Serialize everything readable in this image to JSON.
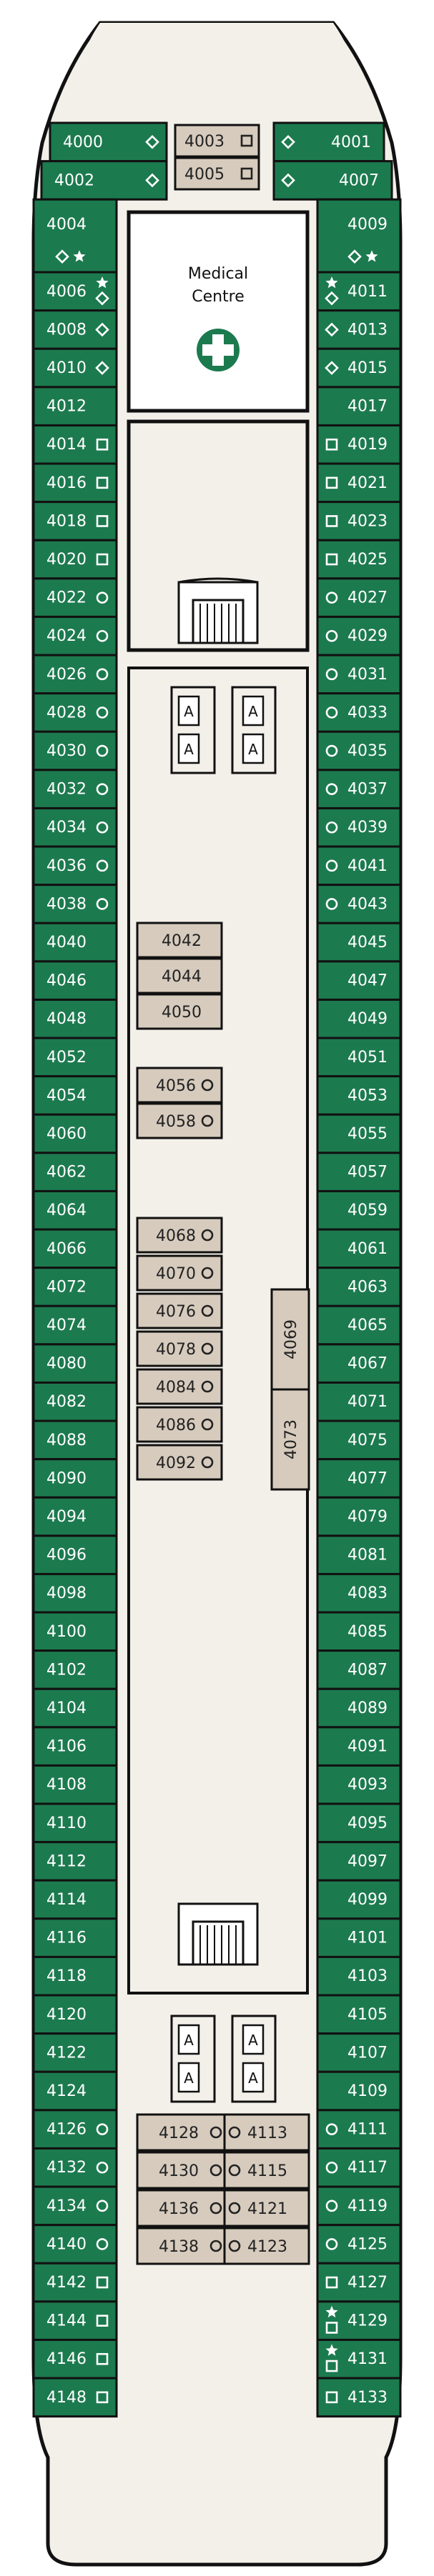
{
  "colors": {
    "cabin": "#1c7a4f",
    "inside": "#d6cbbd",
    "hull": "#f3f0ea",
    "outline": "#111111",
    "cross": "#1c7a4f"
  },
  "medical": {
    "line1": "Medical",
    "line2": "Centre",
    "icon": "medical-cross-icon"
  },
  "lift_label": "A",
  "left_cabins": [
    {
      "n": "4000",
      "s": "diamond"
    },
    {
      "n": "4002",
      "s": "diamond"
    },
    {
      "n": "4004",
      "s": "diamond-star"
    },
    {
      "n": "4006",
      "s": "star-diamond"
    },
    {
      "n": "4008",
      "s": "diamond"
    },
    {
      "n": "4010",
      "s": "diamond"
    },
    {
      "n": "4012",
      "s": ""
    },
    {
      "n": "4014",
      "s": "square"
    },
    {
      "n": "4016",
      "s": "square"
    },
    {
      "n": "4018",
      "s": "square"
    },
    {
      "n": "4020",
      "s": "square"
    },
    {
      "n": "4022",
      "s": "circle"
    },
    {
      "n": "4024",
      "s": "circle"
    },
    {
      "n": "4026",
      "s": "circle"
    },
    {
      "n": "4028",
      "s": "circle"
    },
    {
      "n": "4030",
      "s": "circle"
    },
    {
      "n": "4032",
      "s": "circle"
    },
    {
      "n": "4034",
      "s": "circle"
    },
    {
      "n": "4036",
      "s": "circle"
    },
    {
      "n": "4038",
      "s": "circle"
    },
    {
      "n": "4040",
      "s": ""
    },
    {
      "n": "4046",
      "s": ""
    },
    {
      "n": "4048",
      "s": ""
    },
    {
      "n": "4052",
      "s": ""
    },
    {
      "n": "4054",
      "s": ""
    },
    {
      "n": "4060",
      "s": ""
    },
    {
      "n": "4062",
      "s": ""
    },
    {
      "n": "4064",
      "s": ""
    },
    {
      "n": "4066",
      "s": ""
    },
    {
      "n": "4072",
      "s": ""
    },
    {
      "n": "4074",
      "s": ""
    },
    {
      "n": "4080",
      "s": ""
    },
    {
      "n": "4082",
      "s": ""
    },
    {
      "n": "4088",
      "s": ""
    },
    {
      "n": "4090",
      "s": ""
    },
    {
      "n": "4094",
      "s": ""
    },
    {
      "n": "4096",
      "s": ""
    },
    {
      "n": "4098",
      "s": ""
    },
    {
      "n": "4100",
      "s": ""
    },
    {
      "n": "4102",
      "s": ""
    },
    {
      "n": "4104",
      "s": ""
    },
    {
      "n": "4106",
      "s": ""
    },
    {
      "n": "4108",
      "s": ""
    },
    {
      "n": "4110",
      "s": ""
    },
    {
      "n": "4112",
      "s": ""
    },
    {
      "n": "4114",
      "s": ""
    },
    {
      "n": "4116",
      "s": ""
    },
    {
      "n": "4118",
      "s": ""
    },
    {
      "n": "4120",
      "s": ""
    },
    {
      "n": "4122",
      "s": ""
    },
    {
      "n": "4124",
      "s": ""
    },
    {
      "n": "4126",
      "s": "circle"
    },
    {
      "n": "4132",
      "s": "circle"
    },
    {
      "n": "4134",
      "s": "circle"
    },
    {
      "n": "4140",
      "s": "circle"
    },
    {
      "n": "4142",
      "s": "square"
    },
    {
      "n": "4144",
      "s": "square"
    },
    {
      "n": "4146",
      "s": "square"
    },
    {
      "n": "4148",
      "s": "square"
    }
  ],
  "right_cabins": [
    {
      "n": "4001",
      "s": "diamond"
    },
    {
      "n": "4007",
      "s": "diamond"
    },
    {
      "n": "4009",
      "s": "star-diamond"
    },
    {
      "n": "4011",
      "s": "star-diamond"
    },
    {
      "n": "4013",
      "s": "diamond"
    },
    {
      "n": "4015",
      "s": "diamond"
    },
    {
      "n": "4017",
      "s": ""
    },
    {
      "n": "4019",
      "s": "square"
    },
    {
      "n": "4021",
      "s": "square"
    },
    {
      "n": "4023",
      "s": "square"
    },
    {
      "n": "4025",
      "s": "square"
    },
    {
      "n": "4027",
      "s": "circle"
    },
    {
      "n": "4029",
      "s": "circle"
    },
    {
      "n": "4031",
      "s": "circle"
    },
    {
      "n": "4033",
      "s": "circle"
    },
    {
      "n": "4035",
      "s": "circle"
    },
    {
      "n": "4037",
      "s": "circle"
    },
    {
      "n": "4039",
      "s": "circle"
    },
    {
      "n": "4041",
      "s": "circle"
    },
    {
      "n": "4043",
      "s": "circle"
    },
    {
      "n": "4045",
      "s": ""
    },
    {
      "n": "4047",
      "s": ""
    },
    {
      "n": "4049",
      "s": ""
    },
    {
      "n": "4051",
      "s": ""
    },
    {
      "n": "4053",
      "s": ""
    },
    {
      "n": "4055",
      "s": ""
    },
    {
      "n": "4057",
      "s": ""
    },
    {
      "n": "4059",
      "s": ""
    },
    {
      "n": "4061",
      "s": ""
    },
    {
      "n": "4063",
      "s": ""
    },
    {
      "n": "4065",
      "s": ""
    },
    {
      "n": "4067",
      "s": ""
    },
    {
      "n": "4071",
      "s": ""
    },
    {
      "n": "4075",
      "s": ""
    },
    {
      "n": "4077",
      "s": ""
    },
    {
      "n": "4079",
      "s": ""
    },
    {
      "n": "4081",
      "s": ""
    },
    {
      "n": "4083",
      "s": ""
    },
    {
      "n": "4085",
      "s": ""
    },
    {
      "n": "4087",
      "s": ""
    },
    {
      "n": "4089",
      "s": ""
    },
    {
      "n": "4091",
      "s": ""
    },
    {
      "n": "4093",
      "s": ""
    },
    {
      "n": "4095",
      "s": ""
    },
    {
      "n": "4097",
      "s": ""
    },
    {
      "n": "4099",
      "s": ""
    },
    {
      "n": "4101",
      "s": ""
    },
    {
      "n": "4103",
      "s": ""
    },
    {
      "n": "4105",
      "s": ""
    },
    {
      "n": "4107",
      "s": ""
    },
    {
      "n": "4109",
      "s": ""
    },
    {
      "n": "4111",
      "s": "circle"
    },
    {
      "n": "4117",
      "s": "circle"
    },
    {
      "n": "4119",
      "s": "circle"
    },
    {
      "n": "4125",
      "s": "circle"
    },
    {
      "n": "4127",
      "s": "square"
    },
    {
      "n": "4129",
      "s": "star-square"
    },
    {
      "n": "4131",
      "s": "star-square"
    },
    {
      "n": "4133",
      "s": "square"
    }
  ],
  "bow_inside": [
    {
      "n": "4003",
      "s": "square"
    },
    {
      "n": "4005",
      "s": "square"
    }
  ],
  "center_left_inside": [
    {
      "n": "4042",
      "s": ""
    },
    {
      "n": "4044",
      "s": ""
    },
    {
      "n": "4050",
      "s": ""
    },
    {
      "n": "4056",
      "s": "circle"
    },
    {
      "n": "4058",
      "s": "circle"
    },
    {
      "n": "4068",
      "s": "circle"
    },
    {
      "n": "4070",
      "s": "circle"
    },
    {
      "n": "4076",
      "s": "circle"
    },
    {
      "n": "4078",
      "s": "circle"
    },
    {
      "n": "4084",
      "s": "circle"
    },
    {
      "n": "4086",
      "s": "circle"
    },
    {
      "n": "4092",
      "s": "circle"
    }
  ],
  "center_right_inside": [
    {
      "n": "4069",
      "s": ""
    },
    {
      "n": "4073",
      "s": ""
    }
  ],
  "aft_inside": [
    {
      "l": "4128",
      "r": "4113"
    },
    {
      "l": "4130",
      "r": "4115"
    },
    {
      "l": "4136",
      "r": "4121"
    },
    {
      "l": "4138",
      "r": "4123"
    }
  ]
}
